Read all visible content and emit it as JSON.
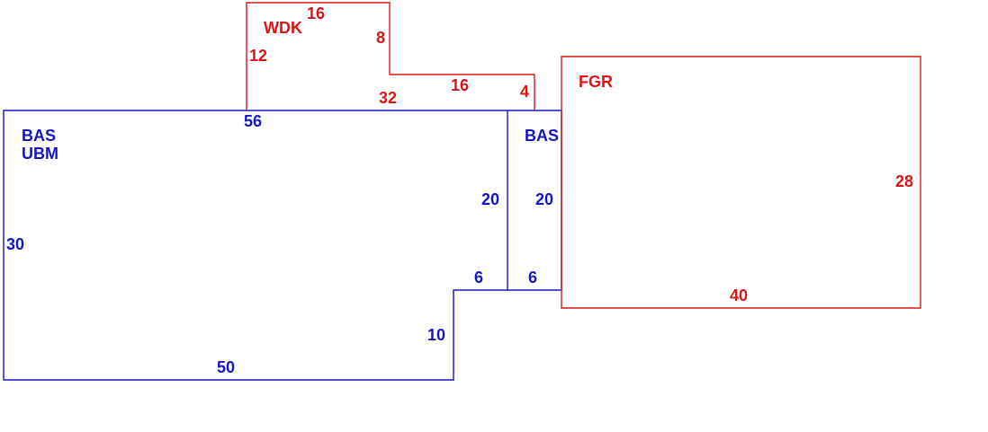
{
  "colors": {
    "living_area": "#1414c8",
    "other_area": "#e01414"
  },
  "areas": {
    "main": {
      "codes": [
        "BAS",
        "UBM"
      ],
      "dimensions": {
        "top": "56",
        "left": "30",
        "bottom": "50",
        "step_vertical": "10",
        "step_horizontal": "6",
        "inner_right": "20"
      }
    },
    "small_bas": {
      "code": "BAS",
      "dimensions": {
        "left": "20",
        "bottom": "6"
      }
    },
    "deck": {
      "code": "WDK",
      "dimensions": {
        "top": "16",
        "left": "12",
        "right_upper": "8",
        "step_horizontal": "16",
        "right_lower": "4",
        "bottom": "32"
      }
    },
    "garage": {
      "code": "FGR",
      "dimensions": {
        "right": "28",
        "bottom": "40"
      }
    }
  }
}
